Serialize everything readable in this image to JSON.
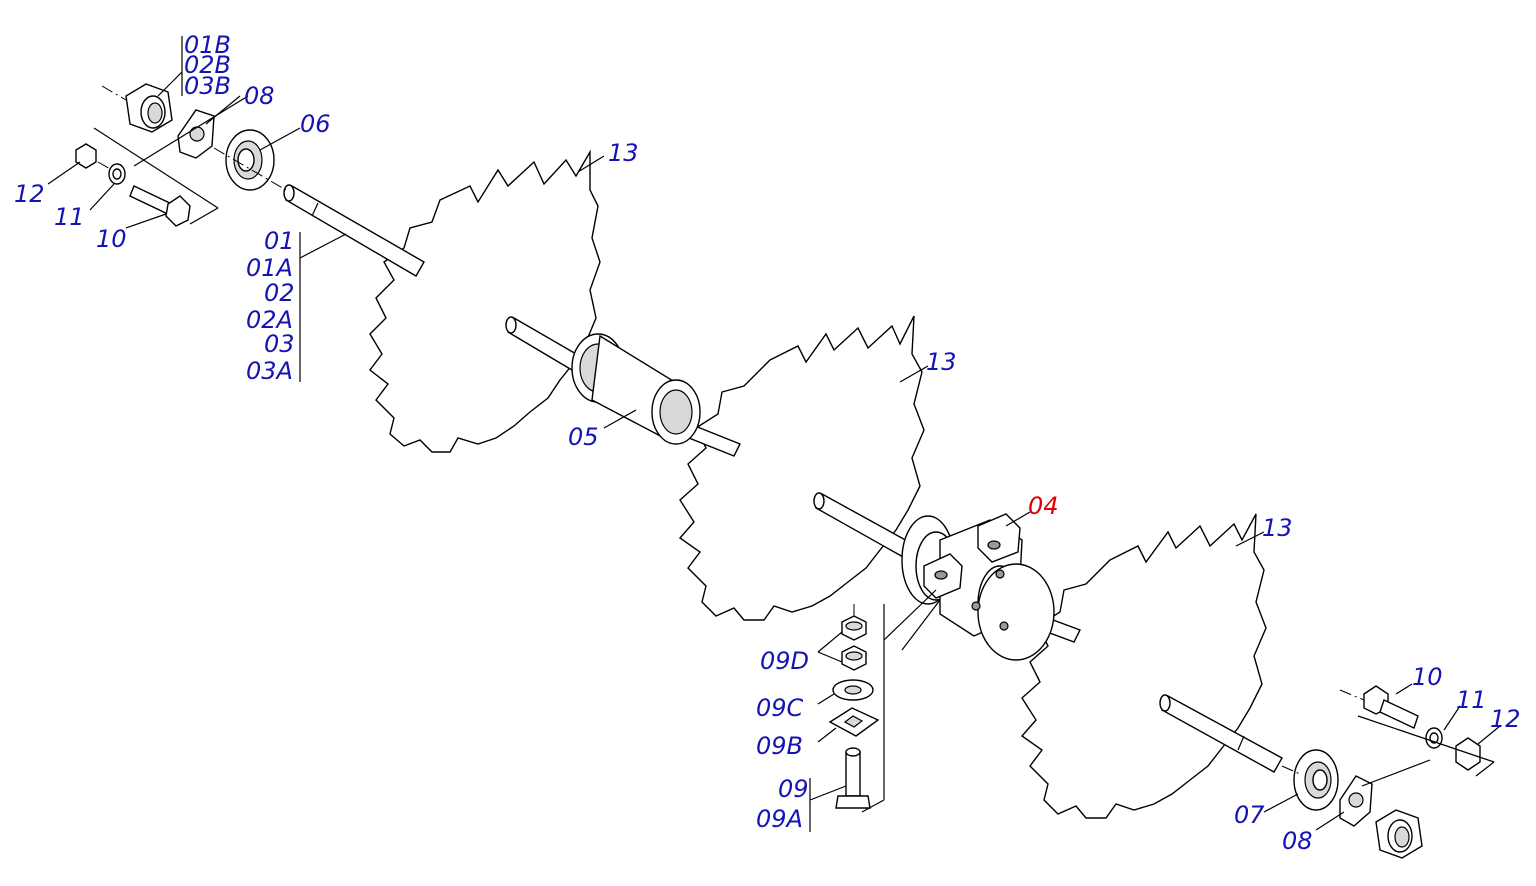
{
  "colors": {
    "label": "#1414b4",
    "selected": "#e00000",
    "line": "#000000"
  },
  "labels": {
    "l01B": "01B",
    "l02B": "02B",
    "l03B": "03B",
    "l08a": "08",
    "l06": "06",
    "l13a": "13",
    "l12a": "12",
    "l11a": "11",
    "l10a": "10",
    "l01": "01",
    "l01A": "01A",
    "l02": "02",
    "l02A": "02A",
    "l03": "03",
    "l03A": "03A",
    "l05": "05",
    "l13b": "13",
    "l04": "04",
    "l13c": "13",
    "l09D": "09D",
    "l09C": "09C",
    "l09B": "09B",
    "l09": "09",
    "l09A": "09A",
    "l10b": "10",
    "l11b": "11",
    "l12b": "12",
    "l07": "07",
    "l08b": "08"
  },
  "selected_part": "04"
}
